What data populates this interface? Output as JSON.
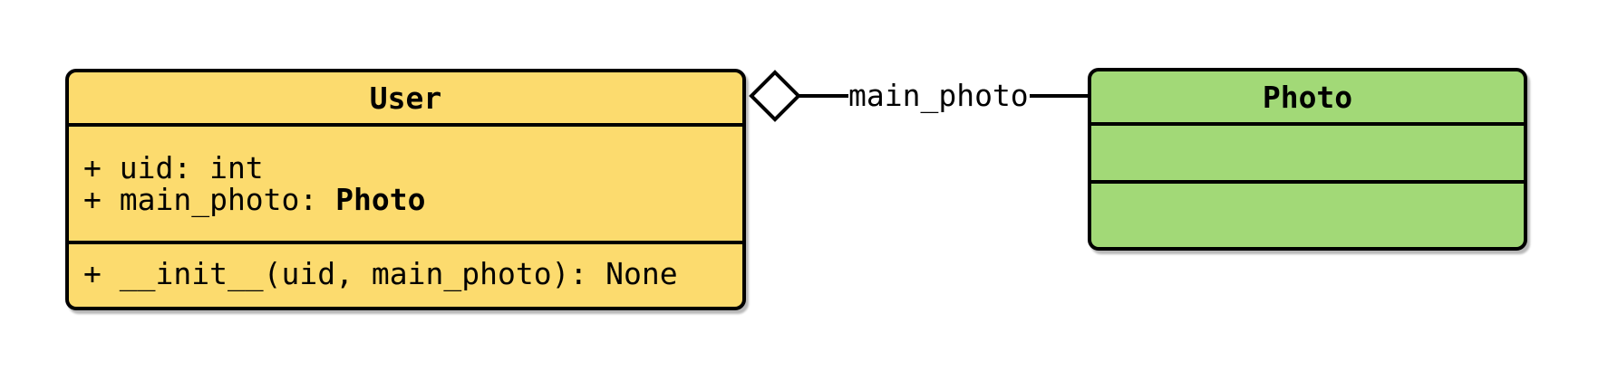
{
  "canvas": {
    "background": "#ffffff",
    "stroke_color": "#000000",
    "text_color": "#000000"
  },
  "user": {
    "title": "User",
    "fill": "#FCDB6E",
    "attr1": "+ uid: int",
    "attr2_prefix": "+ main_photo: ",
    "attr2_type": "Photo",
    "method1": "+ __init__(uid, main_photo): None"
  },
  "photo": {
    "title": "Photo",
    "fill": "#A2D977"
  },
  "relation": {
    "kind": "aggregation",
    "diamond_style": "hollow",
    "diamond_fill": "#ffffff",
    "label": "main_photo",
    "line_color": "#000000"
  }
}
